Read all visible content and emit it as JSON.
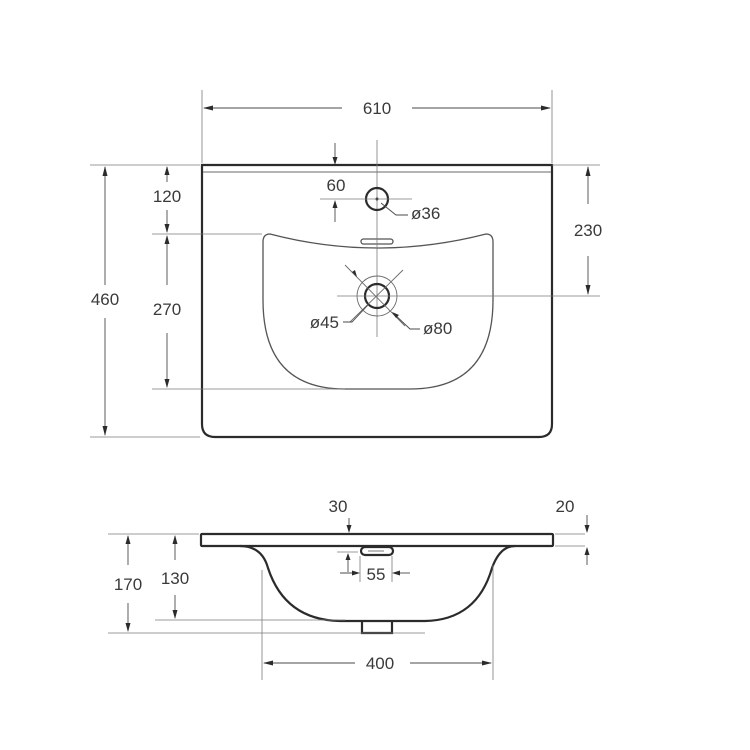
{
  "diagram": {
    "subject": "Washbasin technical drawing",
    "units": "mm",
    "colors": {
      "outline": "#2b2b2b",
      "dimension_lines": "#4a4a4a",
      "text": "#3a3a3a",
      "background": "#ffffff"
    },
    "top_view": {
      "overall_width": "610",
      "overall_depth": "460",
      "front_to_bowl_edge": "120",
      "bowl_depth": "270",
      "front_to_drain_center": "230",
      "tap_hole_offset": "60",
      "tap_hole_diameter": "ø36",
      "drain_diameter_inner": "ø45",
      "drain_diameter_outer": "ø80"
    },
    "side_view": {
      "overflow_offset": "30",
      "rim_thickness": "20",
      "total_height": "170",
      "bowl_height": "130",
      "overflow_width": "55",
      "bowl_width": "400"
    }
  }
}
